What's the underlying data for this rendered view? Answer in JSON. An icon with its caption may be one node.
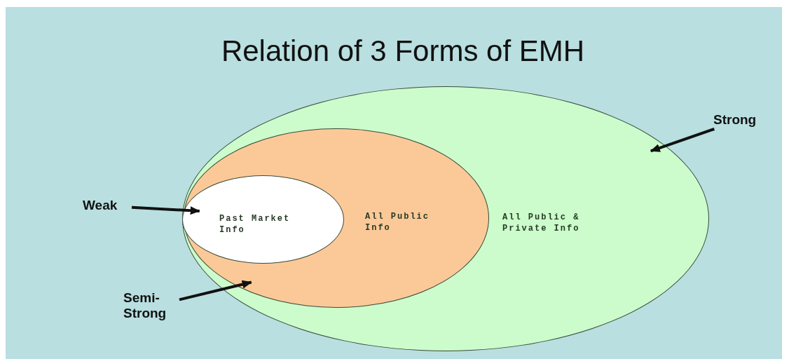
{
  "diagram": {
    "title": "Relation of 3 Forms of EMH",
    "nodes": [
      {
        "text": [
          "All Public & Private Info"
        ]
      },
      {
        "text": [
          "All Public Info"
        ],
        "in": 0
      },
      {
        "text": [
          "Past Market Info"
        ],
        "in": 1
      },
      {
        "text": [
          "Weak"
        ]
      },
      {
        "text": [
          "Semi-Strong"
        ]
      },
      {
        "text": [
          "Strong"
        ]
      }
    ],
    "edges": [
      {
        "from": 3,
        "to": 2,
        "arrow": "to"
      },
      {
        "from": 4,
        "to": 1,
        "arrow": "to"
      },
      {
        "from": 5,
        "to": 0,
        "arrow": "to"
      }
    ]
  }
}
